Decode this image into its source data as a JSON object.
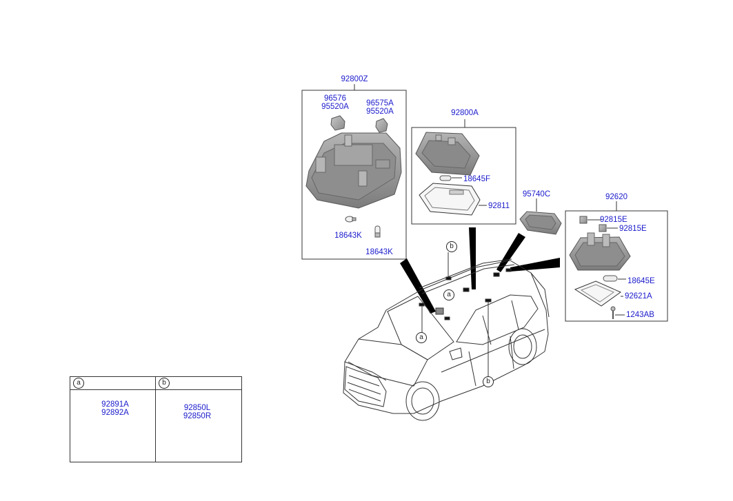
{
  "boxes": {
    "box1": {
      "title": "92800Z",
      "labels": [
        "96576",
        "95520A",
        "96575A",
        "95520A",
        "18643K",
        "18643K"
      ]
    },
    "box2": {
      "title": "92800A",
      "labels": [
        "18645F",
        "92811"
      ]
    },
    "box3": {
      "title": "92620",
      "labels": [
        "92815E",
        "92815E",
        "18645E",
        "92621A",
        "1243AB"
      ]
    }
  },
  "standalone": {
    "part": "95740C"
  },
  "markers": {
    "a": "a",
    "b": "b"
  },
  "legend": {
    "a": {
      "marker": "a",
      "parts": [
        "92891A",
        "92892A"
      ]
    },
    "b": {
      "marker": "b",
      "parts": [
        "92850L",
        "92850R"
      ]
    }
  },
  "colors": {
    "label": "#1a1acc",
    "line": "#222222",
    "part_fill": "#9a9a9a"
  }
}
